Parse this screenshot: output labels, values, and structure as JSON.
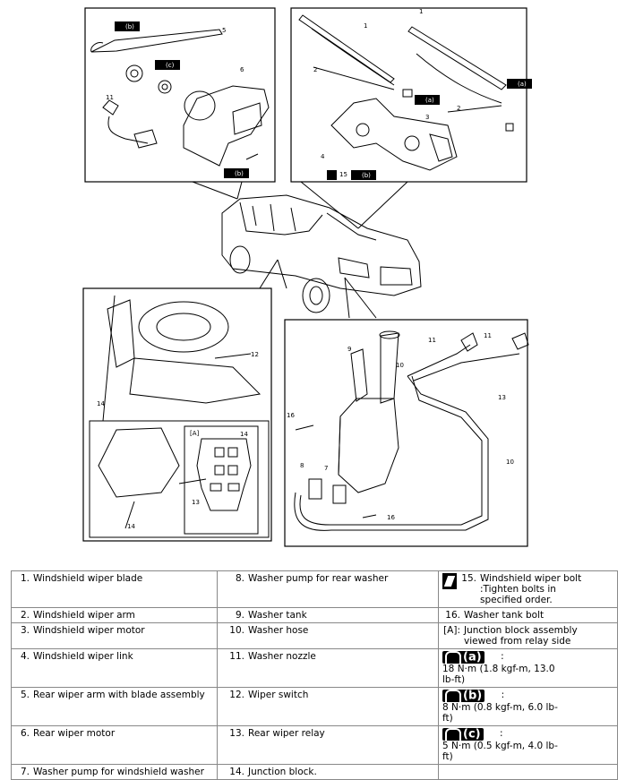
{
  "callouts": {
    "n1a": "1",
    "n1b": "1",
    "n2a": "2",
    "n2b": "2",
    "n3": "3",
    "n4": "4",
    "n5": "5",
    "n6": "6",
    "n7": "7",
    "n8": "8",
    "n9": "9",
    "n10a": "10",
    "n10b": "10",
    "n11a": "11",
    "n11b": "11",
    "n11c": "11",
    "n12": "12",
    "n13a": "13",
    "n13b": "13",
    "n14a": "14",
    "n14b": "14",
    "n14c": "14",
    "n15": "15",
    "n16a": "16",
    "n16b": "16",
    "a_box": "[A]"
  },
  "badges": {
    "a": "(a)",
    "b": "(b)",
    "c": "(c)"
  },
  "legend": {
    "rows": [
      [
        {
          "num": "1.",
          "text": "Windshield wiper blade"
        },
        {
          "num": "8.",
          "text": "Washer pump for rear washer"
        },
        {
          "num": "15.",
          "text": "Windshield wiper bolt :Tighten bolts in specified order.",
          "icon": "bolt-icon"
        }
      ],
      [
        {
          "num": "2.",
          "text": "Windshield wiper arm"
        },
        {
          "num": "9.",
          "text": "Washer tank"
        },
        {
          "num": "16.",
          "text": "Washer tank bolt"
        }
      ],
      [
        {
          "num": "3.",
          "text": "Windshield wiper motor"
        },
        {
          "num": "10.",
          "text": "Washer hose"
        },
        {
          "num": "[A]:",
          "text": "Junction block assembly viewed from relay side"
        }
      ],
      [
        {
          "num": "4.",
          "text": "Windshield wiper link"
        },
        {
          "num": "11.",
          "text": "Washer nozzle"
        },
        {
          "badge": "(a)",
          "num": ":",
          "text": "18 N·m (1.8 kgf-m, 13.0 lb-ft)"
        }
      ],
      [
        {
          "num": "5.",
          "text": "Rear wiper arm with blade assembly"
        },
        {
          "num": "12.",
          "text": "Wiper switch"
        },
        {
          "badge": "(b)",
          "num": ":",
          "text": "8 N·m (0.8 kgf-m, 6.0 lb-ft)"
        }
      ],
      [
        {
          "num": "6.",
          "text": "Rear wiper motor"
        },
        {
          "num": "13.",
          "text": "Rear wiper relay"
        },
        {
          "badge": "(c)",
          "num": ":",
          "text": "5 N·m (0.5 kgf-m, 4.0 lb-ft)"
        }
      ],
      [
        {
          "num": "7.",
          "text": "Washer pump for windshield washer"
        },
        {
          "num": "14.",
          "text": "Junction block."
        },
        {
          "num": "",
          "text": ""
        }
      ]
    ]
  }
}
